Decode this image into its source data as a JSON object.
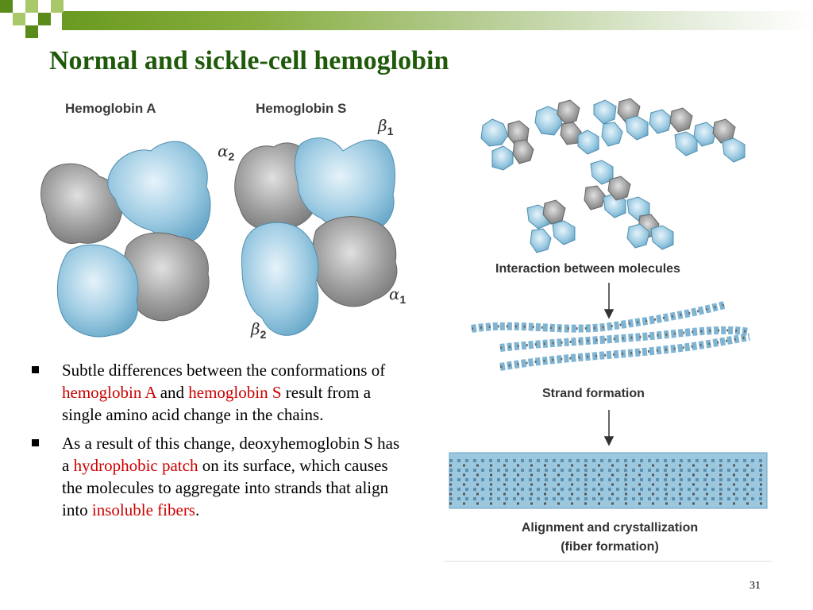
{
  "slide": {
    "title": "Normal and sickle-cell hemoglobin",
    "page_number": "31"
  },
  "figure": {
    "label_a": "Hemoglobin A",
    "label_s": "Hemoglobin S",
    "alpha2": "α",
    "alpha2_sub": "2",
    "beta1": "β",
    "beta1_sub": "1",
    "alpha1": "α",
    "alpha1_sub": "1",
    "beta2": "β",
    "beta2_sub": "2",
    "step1": "Interaction between molecules",
    "step2": "Strand formation",
    "step3_line1": "Alignment and crystallization",
    "step3_line2": "(fiber formation)"
  },
  "bullets": [
    {
      "p1": "Subtle differences between the conformations of ",
      "r1": "hemoglobin A",
      "p2": " and ",
      "r2": "hemoglobin S",
      "p3": " result from a single amino acid change in the chains."
    },
    {
      "p1": "As a result of this change, deoxyhemoglobin S has a ",
      "r1": "hydrophobic patch",
      "p2": " on its surface, which causes the molecules to aggregate into strands that align into ",
      "r2": "insoluble fibers",
      "p3": "."
    }
  ],
  "colors": {
    "title": "#1f5a0a",
    "highlight": "#cc0000",
    "header_green": "#6a9a1f",
    "blue_subunit": "#8cc2dd",
    "gray_subunit": "#8e8e8e"
  }
}
